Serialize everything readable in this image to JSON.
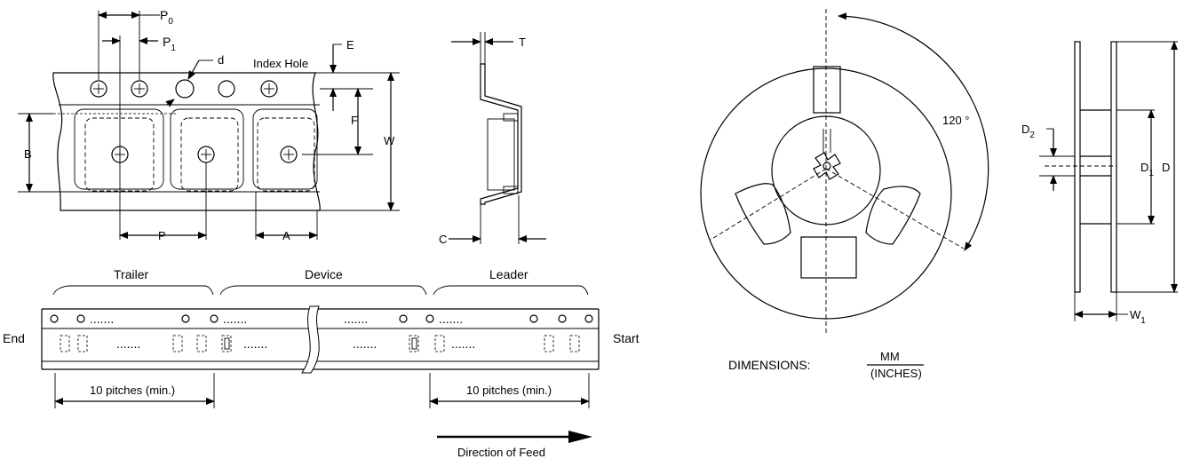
{
  "labels": {
    "p0": "P",
    "p0_sub": "0",
    "p1": "P",
    "p1_sub": "1",
    "d": "d",
    "index_hole": "Index Hole",
    "e": "E",
    "t": "T",
    "f": "F",
    "w": "W",
    "b": "B",
    "p": "P",
    "a": "A",
    "c": "C",
    "angle": "120 °",
    "d2": "D",
    "d2_sub": "2",
    "d1": "D",
    "d1_sub": "1",
    "d_big": "D",
    "w1": "W",
    "w1_sub": "1",
    "trailer": "Trailer",
    "device": "Device",
    "leader": "Leader",
    "end": "End",
    "start": "Start",
    "pitches_left": "10 pitches (min.)",
    "pitches_right": "10 pitches (min.)",
    "direction": "Direction of Feed",
    "dimensions": "DIMENSIONS:",
    "mm": "MM",
    "inches": "(INCHES)",
    "dots": "......."
  }
}
